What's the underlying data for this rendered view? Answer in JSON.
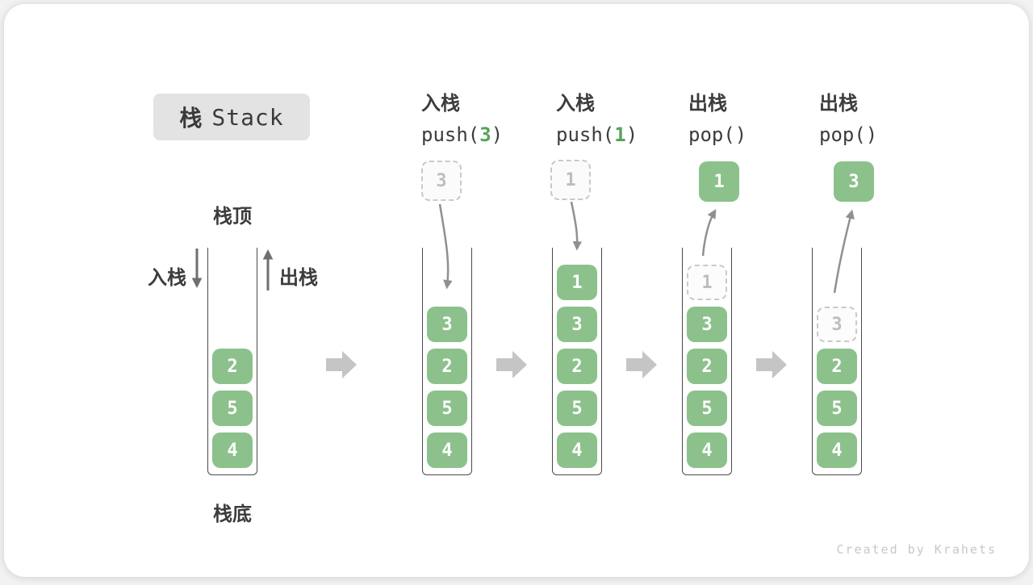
{
  "title": {
    "zh": "栈",
    "en": "Stack"
  },
  "credit": "Created by Krahets",
  "colors": {
    "block_green": "#8cc18c",
    "code_arg_green": "#57a457",
    "ghost_border": "#c9c9c9",
    "ghost_text": "#bdbdbd",
    "container_border": "#4a4a4a",
    "label_text": "#3c3c3c",
    "flow_arrow": "#c5c5c5",
    "motion_arrow": "#909090",
    "title_bg": "#e3e3e3"
  },
  "side_labels": {
    "stack_top": "栈顶",
    "stack_bottom": "栈底",
    "push": "入栈",
    "pop": "出栈"
  },
  "operations": [
    {
      "name": "入栈",
      "code_open": "push(",
      "arg": "3",
      "code_close": ")"
    },
    {
      "name": "入栈",
      "code_open": "push(",
      "arg": "1",
      "code_close": ")"
    },
    {
      "name": "出栈",
      "code_open": "pop(",
      "arg": "",
      "code_close": ")"
    },
    {
      "name": "出栈",
      "code_open": "pop(",
      "arg": "",
      "code_close": ")"
    }
  ],
  "floating_boxes": [
    {
      "value": "3",
      "style": "dashed",
      "meaning": "element being pushed"
    },
    {
      "value": "1",
      "style": "dashed",
      "meaning": "element being pushed"
    },
    {
      "value": "1",
      "style": "solid",
      "meaning": "element popped"
    },
    {
      "value": "3",
      "style": "solid",
      "meaning": "element popped"
    }
  ],
  "stacks": [
    {
      "blocks": [
        {
          "value": "2"
        },
        {
          "value": "5"
        },
        {
          "value": "4"
        }
      ]
    },
    {
      "blocks": [
        {
          "value": "3"
        },
        {
          "value": "2"
        },
        {
          "value": "5"
        },
        {
          "value": "4"
        }
      ]
    },
    {
      "blocks": [
        {
          "value": "1"
        },
        {
          "value": "3"
        },
        {
          "value": "2"
        },
        {
          "value": "5"
        },
        {
          "value": "4"
        }
      ]
    },
    {
      "blocks": [
        {
          "value": "1",
          "ghost": true
        },
        {
          "value": "3"
        },
        {
          "value": "2"
        },
        {
          "value": "5"
        },
        {
          "value": "4"
        }
      ]
    },
    {
      "blocks": [
        {
          "value": "3",
          "ghost": true
        },
        {
          "value": "2"
        },
        {
          "value": "5"
        },
        {
          "value": "4"
        }
      ]
    }
  ]
}
